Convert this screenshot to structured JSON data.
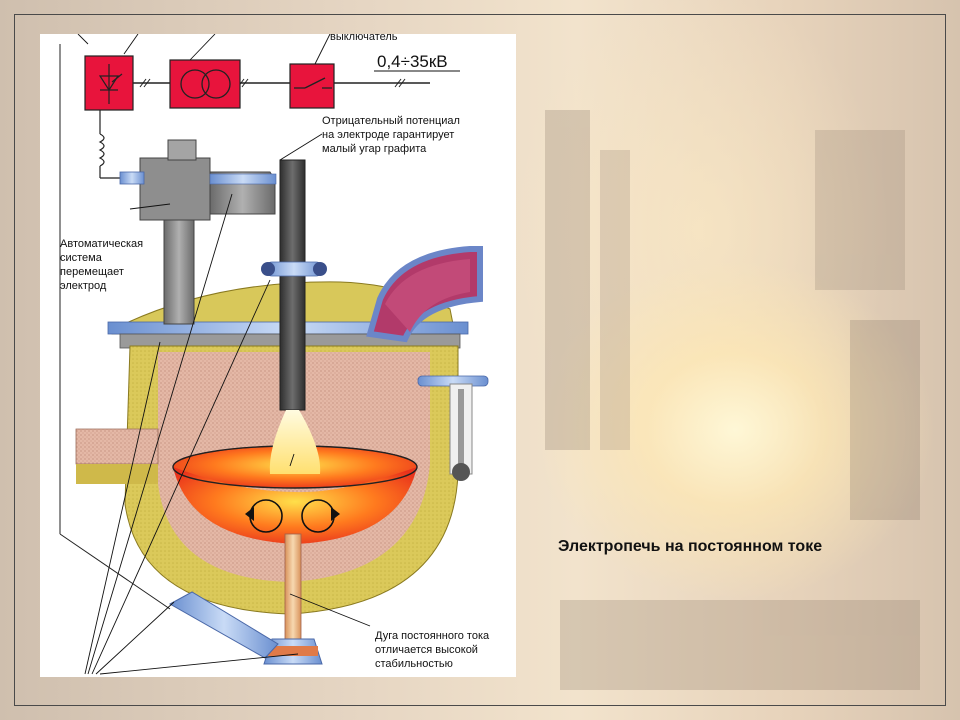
{
  "caption": "Электропечь  на постоянном токе",
  "diagram": {
    "voltage": "0,4÷35кВ",
    "switch_label": "выключатель",
    "electrode_note": [
      "Отрицательный потенциал",
      "на электроде гарантирует",
      "малый угар графита"
    ],
    "auto_system_note": [
      "Автоматическая",
      "система",
      "перемещает",
      "электрод"
    ],
    "arc_note": [
      "Дуга постоянного тока",
      "отличается высокой",
      "стабильностью"
    ]
  }
}
